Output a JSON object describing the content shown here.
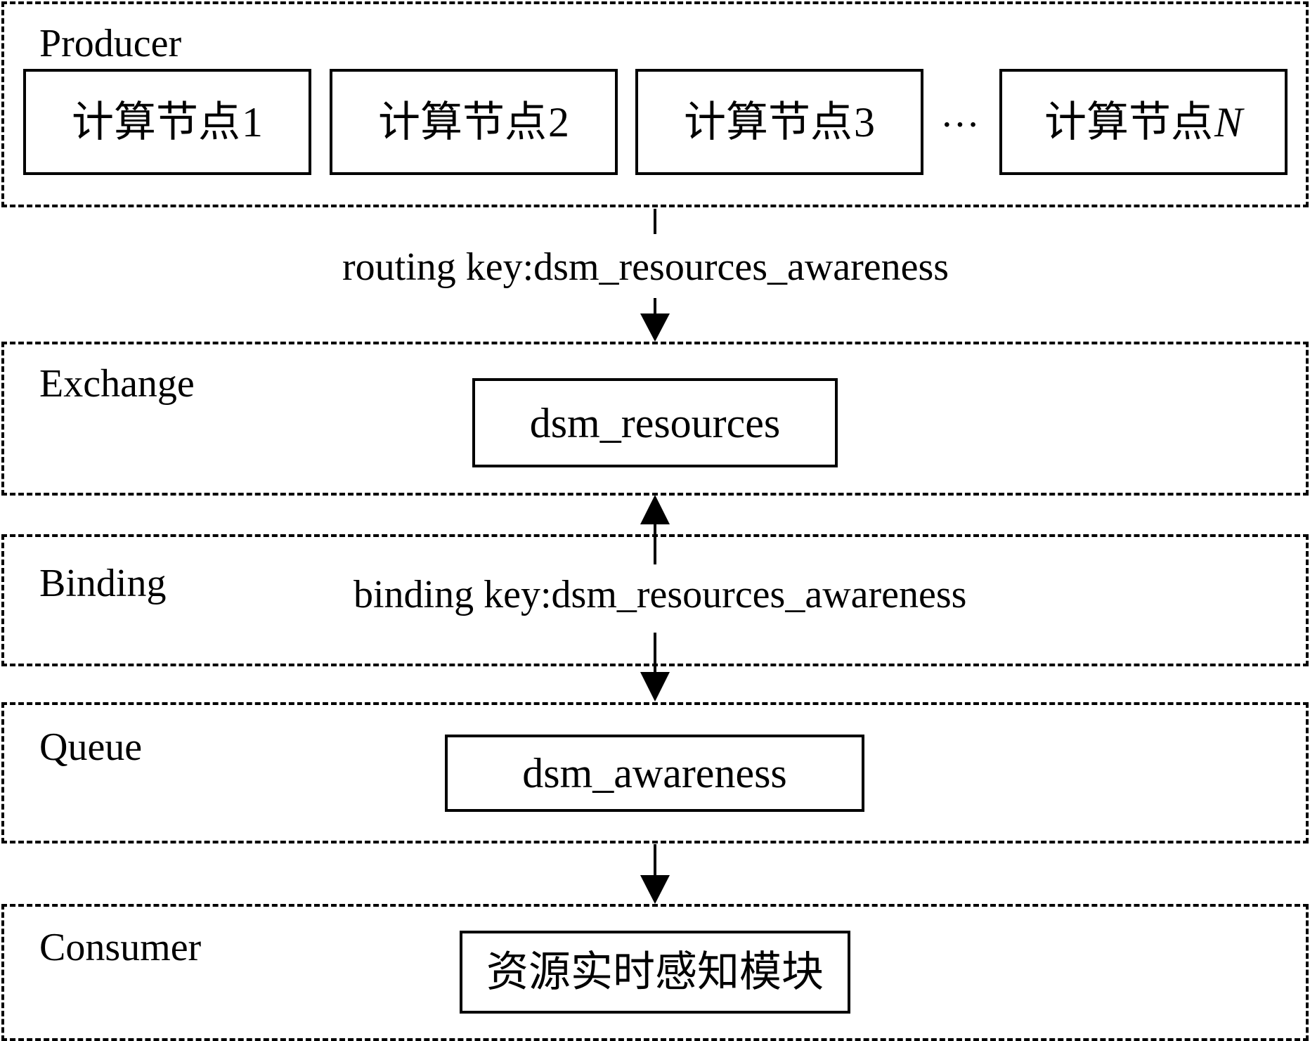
{
  "producer": {
    "title": "Producer",
    "nodes": [
      {
        "prefix": "计算节点",
        "suffix": "1",
        "italic": false
      },
      {
        "prefix": "计算节点",
        "suffix": "2",
        "italic": false
      },
      {
        "prefix": "计算节点",
        "suffix": "3",
        "italic": false
      },
      {
        "prefix": "计算节点",
        "suffix": "N",
        "italic": true
      }
    ],
    "ellipsis": "···"
  },
  "routing_key_label": "routing key:dsm_resources_awareness",
  "exchange": {
    "title": "Exchange",
    "box": "dsm_resources"
  },
  "binding": {
    "title": "Binding",
    "label": "binding key:dsm_resources_awareness"
  },
  "queue": {
    "title": "Queue",
    "box": "dsm_awareness"
  },
  "consumer": {
    "title": "Consumer",
    "box": "资源实时感知模块"
  }
}
